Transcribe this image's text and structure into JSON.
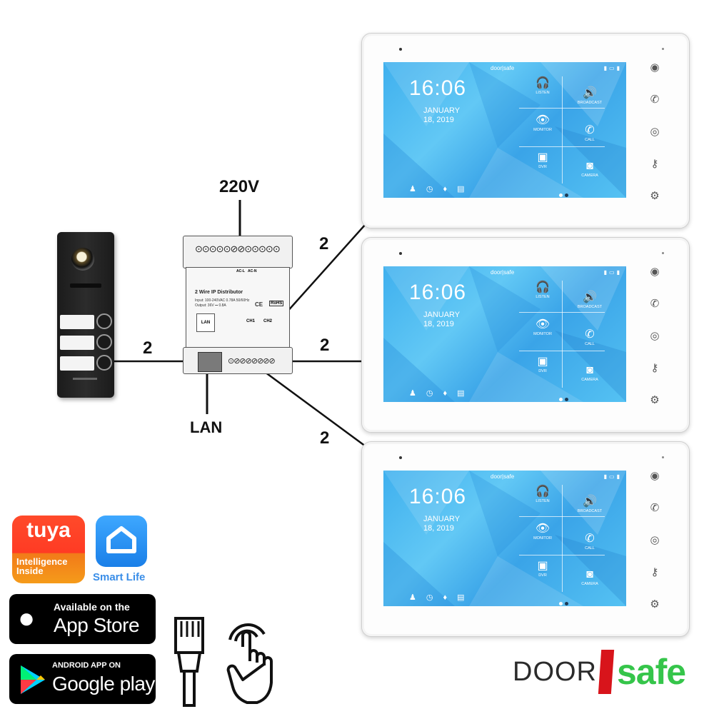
{
  "labels": {
    "power": "220V",
    "lan": "LAN",
    "wire_door": "2",
    "wire_m1": "2",
    "wire_m2": "2",
    "wire_m3": "2"
  },
  "distributor": {
    "title": "2 Wire IP Distributor",
    "spec_input": "Input: 100-240VAC 0.78A 50/60Hz",
    "spec_output": "Output: 36V ⎓ 0.8A",
    "lan_port": "LAN",
    "ch1": "CH1",
    "ch2": "CH2",
    "ac_l": "AC-L",
    "ac_n": "AC-N",
    "ce": "CE",
    "rohs": "RoHS"
  },
  "monitor": {
    "brand": "door|safe",
    "time": "16:06",
    "date_line1": "JANUARY",
    "date_line2": "18, 2019",
    "tiles": {
      "listen": "LISTEN",
      "broadcast": "BROADCAST",
      "monitor": "MONITOR",
      "call": "CALL",
      "dvr": "DVR",
      "camera": "CAMERA"
    },
    "side_icons": [
      "eye-icon",
      "phone-icon",
      "home-button-icon",
      "key-icon",
      "settings-icon"
    ]
  },
  "apps": {
    "tuya_name": "tuya",
    "tuya_sub1": "Intelligence",
    "tuya_sub2": "Inside",
    "smart_life": "Smart Life",
    "appstore_small": "Available on the",
    "appstore_big": "App Store",
    "gplay_small": "ANDROID APP ON",
    "gplay_big": "Google play"
  },
  "brand": {
    "door": "DOOR",
    "safe": "safe"
  },
  "colors": {
    "screen_blue": "#3fb0ee",
    "tuya_red": "#ff3b24",
    "tuya_orange": "#f59b1a",
    "smart_life_blue": "#1a7fe8",
    "brand_red": "#d8141b",
    "brand_green": "#35c54a"
  }
}
